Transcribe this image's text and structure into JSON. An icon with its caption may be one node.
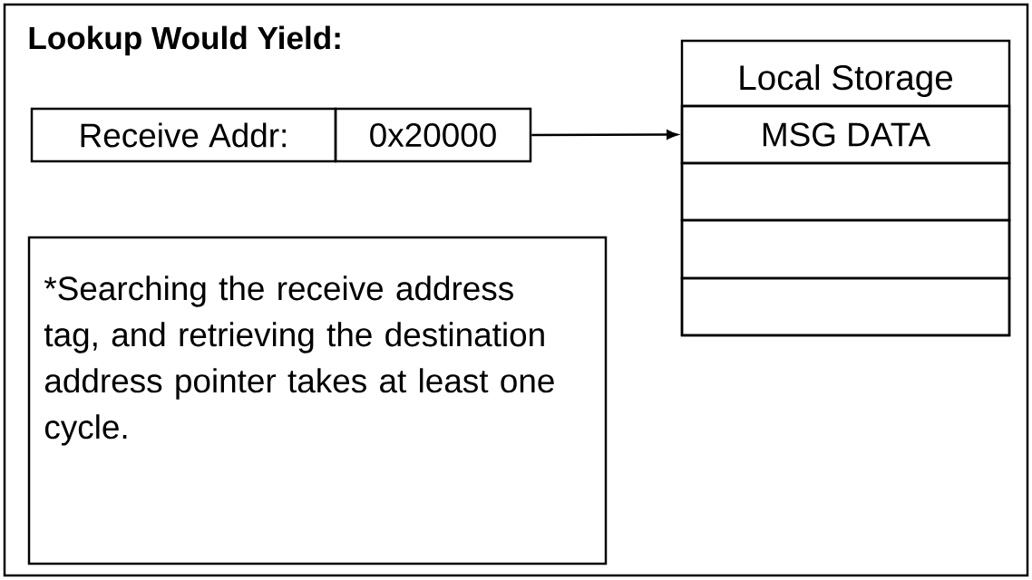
{
  "diagram": {
    "nodes": [
      {
        "text": [
          "Lookup Would Yield:"
        ]
      },
      {
        "text": [
          "Receive Addr:"
        ],
        "in": 0
      },
      {
        "text": [
          "0x20000"
        ],
        "in": 0
      },
      {
        "text": [
          "Local Storage"
        ],
        "in": 0
      },
      {
        "text": [
          "MSG DATA"
        ],
        "in": 3
      },
      {
        "text": [],
        "shape": "box",
        "in": 3
      },
      {
        "text": [],
        "shape": "box",
        "in": 3
      },
      {
        "text": [],
        "shape": "box",
        "in": 3
      },
      {
        "text": [
          "*Searching the receive address tag, and retrieving the destination address pointer takes at least one cycle."
        ],
        "in": 0
      }
    ],
    "edges": [
      {
        "from": 2,
        "to": 4,
        "arrow": "to"
      }
    ]
  }
}
